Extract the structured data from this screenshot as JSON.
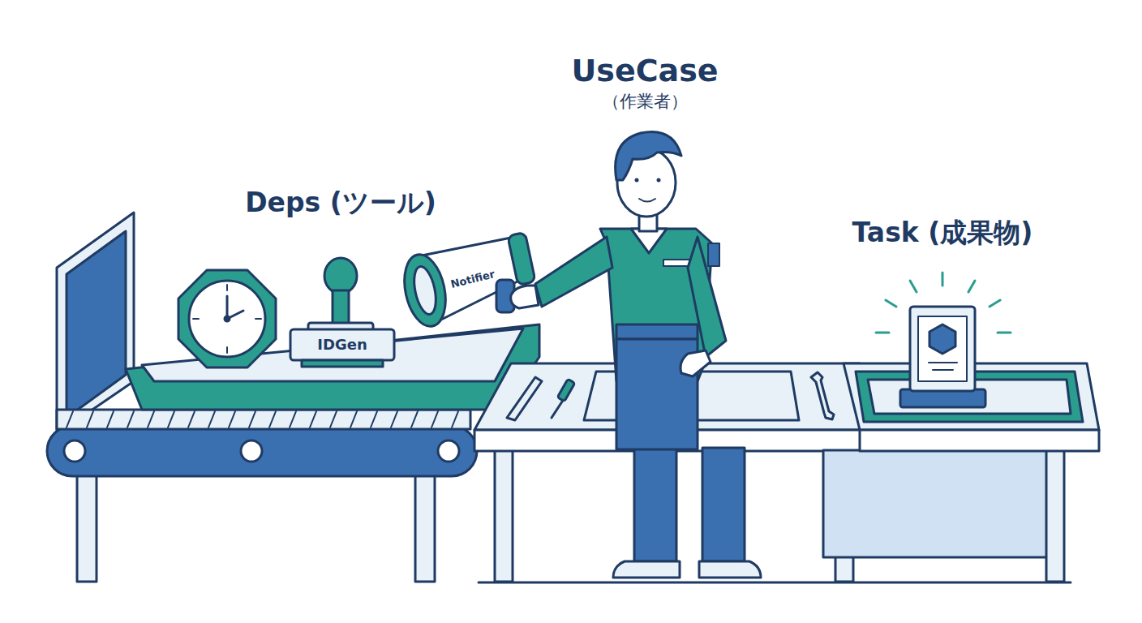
{
  "diagram": {
    "labels": [
      "UseCase",
      "（作業者）",
      "Deps (ツール)",
      "Task (成果物)",
      "Notifier",
      "IDGen"
    ]
  }
}
